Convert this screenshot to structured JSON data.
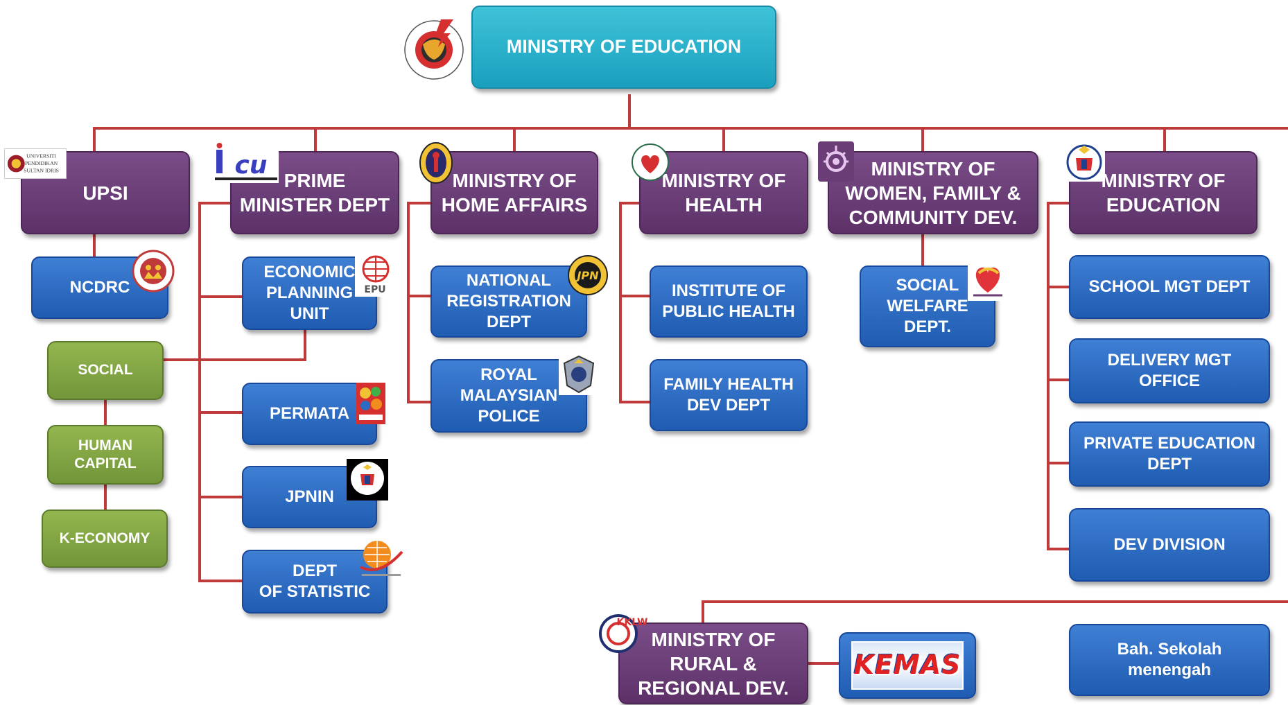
{
  "nodes": {
    "root": "MINISTRY OF EDUCATION",
    "upsi": "UPSI",
    "pm": "PRIME\nMINISTER DEPT",
    "home": "MINISTRY OF\nHOME AFFAIRS",
    "health": "MINISTRY OF\nHEALTH",
    "women": "MINISTRY OF\nWOMEN, FAMILY &\nCOMMUNITY DEV.",
    "moe2": "MINISTRY OF\nEDUCATION",
    "ncdrc": "NCDRC",
    "social": "SOCIAL",
    "human": "HUMAN\nCAPITAL",
    "keco": "K-ECONOMY",
    "epu": "ECONOMIC\nPLANNING\nUNIT",
    "permata": "PERMATA",
    "jpnin": "JPNIN",
    "stat": "DEPT\nOF STATISTIC",
    "nrd": "NATIONAL\nREGISTRATION\nDEPT",
    "police": "ROYAL\nMALAYSIAN\nPOLICE",
    "iph": "INSTITUTE OF\nPUBLIC HEALTH",
    "fhd": "FAMILY HEALTH\nDEV DEPT",
    "swd": "SOCIAL\nWELFARE\nDEPT.",
    "smd": "SCHOOL MGT  DEPT",
    "dmo": "DELIVERY MGT\nOFFICE",
    "ped": "PRIVATE EDUCATION\nDEPT",
    "dev": "DEV DIVISION",
    "rural": "MINISTRY OF\nRURAL &\nREGIONAL DEV.",
    "bah": "Bah. Sekolah\nmenengah"
  },
  "logos": {
    "upsi": "UNIVERSITI\nPENDIDIKAN\nSULTAN IDRIS",
    "icu": "icu",
    "epu": "EPU",
    "jpn": "JPN",
    "kemas": "KEMAS",
    "kkluw": "KKLW"
  },
  "colors": {
    "connector": "#c0393b",
    "top": "#28b0cc",
    "ministry": "#6a3d77",
    "department": "#2a6cc4",
    "socioeconomic": "#82a544"
  }
}
